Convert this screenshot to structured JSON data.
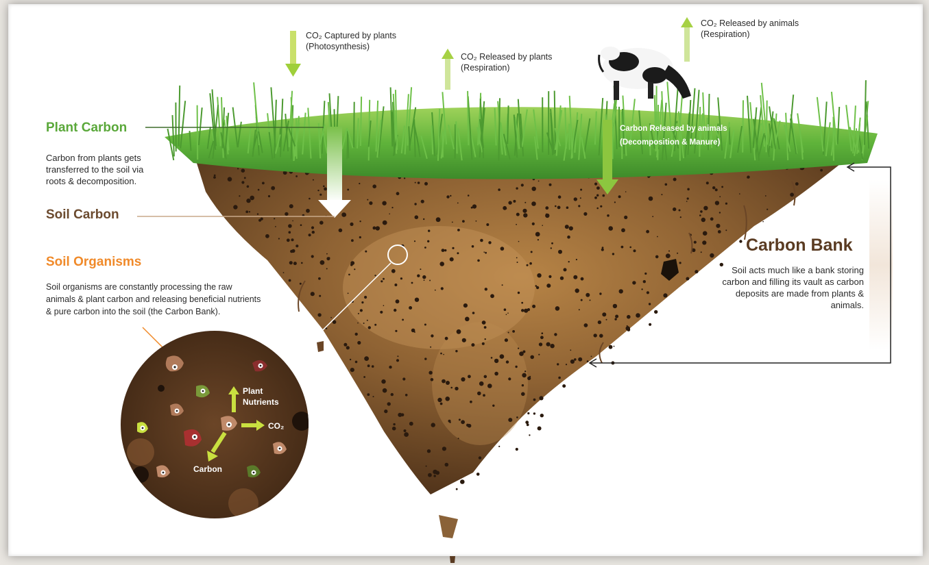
{
  "labels": {
    "co2_captured": "CO₂ Captured by plants",
    "co2_captured_sub": "(Photosynthesis)",
    "co2_released_plants": "CO₂ Released by plants",
    "co2_released_plants_sub": "(Respiration)",
    "co2_released_animals": "CO₂ Released by animals",
    "co2_released_animals_sub": "(Respiration)",
    "carbon_released_animals": "Carbon Released by animals",
    "carbon_released_animals_sub": "(Decomposition & Manure)"
  },
  "plant_carbon": {
    "title": "Plant Carbon",
    "desc": [
      "Carbon from plants gets",
      "transferred to the soil via",
      "roots & decomposition."
    ]
  },
  "soil_carbon": {
    "title": "Soil Carbon"
  },
  "soil_organisms": {
    "title": "Soil Organisms",
    "desc": [
      "Soil organisms are constantly processing the raw",
      "animals & plant carbon and releasing beneficial nutrients",
      "& pure carbon into the soil (the Carbon Bank)."
    ]
  },
  "carbon_bank": {
    "title": "Carbon Bank",
    "desc": [
      "Soil acts much like a bank storing",
      "carbon and filling its vault as carbon",
      "deposits are made from plants & animals."
    ]
  },
  "inset": {
    "plant": "Plant",
    "nutrients": "Nutrients",
    "co2": "CO₂",
    "carbon": "Carbon"
  },
  "colors": {
    "plant_green": "#5aa83a",
    "soil_brown": "#6b4a2e",
    "organisms_orange": "#f08a2a",
    "bank_brown": "#5a3b22",
    "arrow_green": "#9fcf3a"
  }
}
